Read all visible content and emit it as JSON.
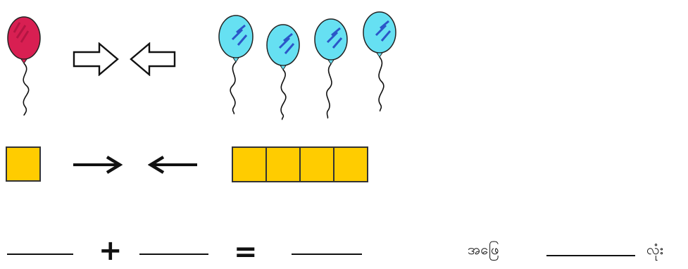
{
  "colors": {
    "red_balloon": "#d81f52",
    "blue_balloon": "#66e0f2",
    "blue_streak": "#2b56c8",
    "square_fill": "#ffcc00",
    "ink": "#111111"
  },
  "icons": {
    "hollow_right_arrow": "hollow-right-arrow-icon",
    "hollow_left_arrow": "hollow-left-arrow-icon",
    "solid_right_arrow": "right-arrow-icon",
    "solid_left_arrow": "left-arrow-icon"
  },
  "counts": {
    "red_balloons": 1,
    "blue_balloons": 4,
    "left_squares": 1,
    "right_squares": 4
  },
  "equation": {
    "plus": "+",
    "equals": "="
  },
  "answer": {
    "prefix": "အဖြေ",
    "suffix": "လုံး"
  }
}
